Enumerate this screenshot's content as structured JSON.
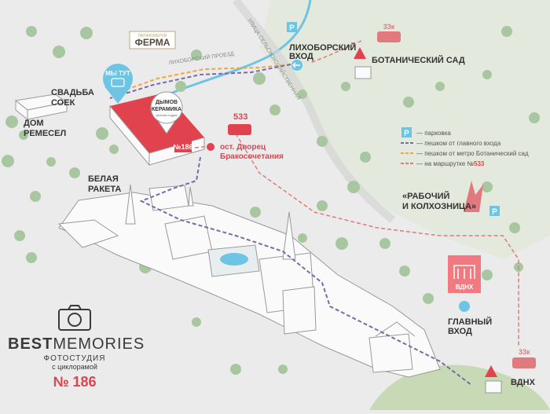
{
  "colors": {
    "background": "#ebebeb",
    "park_green": "#c8d9b6",
    "tree": "#a8c7a0",
    "main_route": "#7a6aa8",
    "metro_route": "#f0a641",
    "bus_route": "#e0434d",
    "parking": "#6dc4e3",
    "accent": "#e0434d"
  },
  "streets": {
    "likhoborsky": "ЛИХОБОРСКИЙ ПРОЕЗД",
    "selskokhozyaystvennaya": "УЛИЦА СЕЛЬСКОХОЗЯЙСТВЕННАЯ"
  },
  "places": {
    "ferma_small": "ПАРФЮМЕРИЯ",
    "ferma": "ФЕРМА",
    "we_are_here": "МЫ ТУТ",
    "svadba_1": "СВАДЬБА",
    "svadba_2": "СОЕК",
    "dom_remesel_1": "ДОМ",
    "dom_remesel_2": "РЕМЕСЕЛ",
    "dymov_1": "ДЫМОВ",
    "dymov_2": "КЕРАМИКА",
    "dymov_3": "уютная студия",
    "building_num": "№186",
    "belaya_1": "БЕЛАЯ",
    "belaya_2": "РАКЕТА",
    "rabochiy_1": "«РАБОЧИЙ",
    "rabochiy_2": "И КОЛХОЗНИЦА»",
    "vdnh_logo": "ВДНХ",
    "main_entrance_1": "ГЛАВНЫЙ",
    "main_entrance_2": "ВХОД",
    "likhobor_entrance_1": "ЛИХОБОРСКИЙ",
    "likhobor_entrance_2": "ВХОД",
    "metro_botanic": "БОТАНИЧЕСКИЙ САД",
    "metro_vdnh": "ВДНХ",
    "bus_top": "33к",
    "bus_bottom": "33к",
    "bus_center": "533",
    "bus_stop_1": "ост. Дворец",
    "bus_stop_2": "Бракосочетания"
  },
  "legend": {
    "items": [
      {
        "label": "— парковка",
        "kind": "parking"
      },
      {
        "label": "— пешком от главного входа",
        "kind": "main"
      },
      {
        "label": "— пешком от метро Ботанический сад",
        "kind": "metro"
      },
      {
        "label": "— на маршрутке №",
        "number": "533",
        "kind": "bus"
      }
    ],
    "parking_letter": "P"
  },
  "brand": {
    "name_bold": "BEST",
    "name_rest": "MEMORIES",
    "line1": "ФОТОСТУДИЯ",
    "line2": "с циклорамой",
    "number": "№ 186"
  }
}
